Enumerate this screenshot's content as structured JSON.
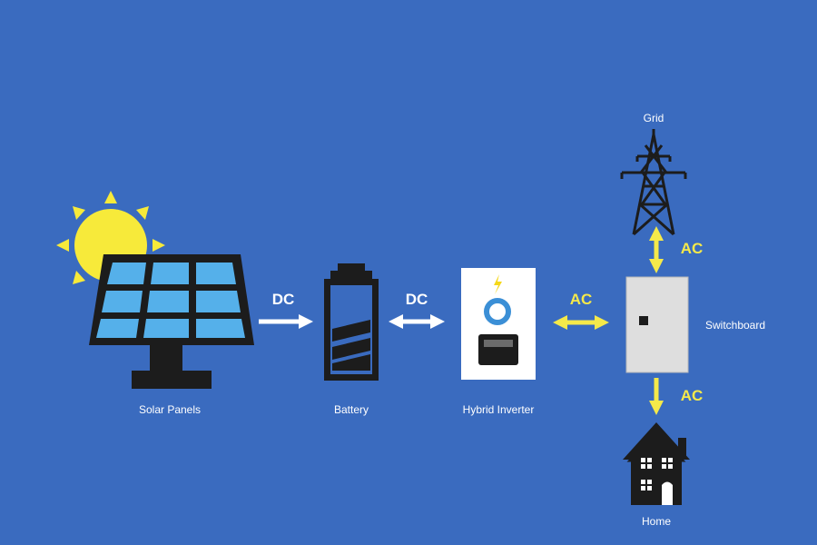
{
  "colors": {
    "background": "#3a6bbf",
    "sun": "#f7ea3a",
    "panel_cell": "#55b0ea",
    "device_dark": "#1c1c1c",
    "dc_arrow": "#ffffff",
    "ac_arrow": "#f5e94a",
    "inverter_body": "#ffffff",
    "inverter_ring": "#3b8fd6",
    "switchboard_body": "#dedede"
  },
  "nodes": {
    "solar_panels": {
      "label": "Solar Panels",
      "icon": "solar-panel-icon"
    },
    "battery": {
      "label": "Battery",
      "icon": "battery-icon"
    },
    "hybrid_inverter": {
      "label": "Hybrid Inverter",
      "icon": "hybrid-inverter-icon"
    },
    "switchboard": {
      "label": "Switchboard",
      "icon": "switchboard-icon"
    },
    "grid": {
      "label": "Grid",
      "icon": "transmission-tower-icon"
    },
    "home": {
      "label": "Home",
      "icon": "house-icon"
    }
  },
  "flows": {
    "solar_to_battery": {
      "label": "DC",
      "direction": "one-way"
    },
    "battery_inverter": {
      "label": "DC",
      "direction": "two-way"
    },
    "inverter_switchboard": {
      "label": "AC",
      "direction": "two-way"
    },
    "grid_switchboard": {
      "label": "AC",
      "direction": "two-way"
    },
    "switchboard_to_home": {
      "label": "AC",
      "direction": "one-way"
    }
  }
}
